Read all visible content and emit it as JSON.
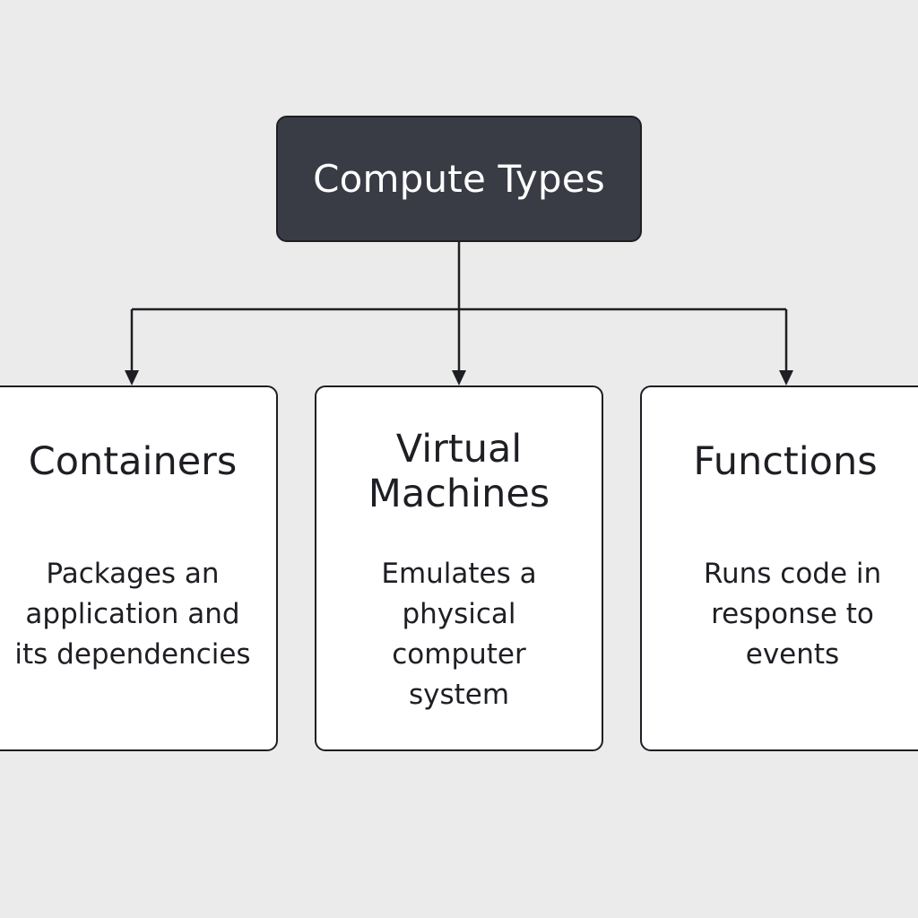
{
  "diagram": {
    "root": {
      "title": "Compute Types"
    },
    "children": [
      {
        "title_lines": [
          "Containers"
        ],
        "desc_lines": [
          "Packages an",
          "application and",
          "its dependencies"
        ]
      },
      {
        "title_lines": [
          "Virtual",
          "Machines"
        ],
        "desc_lines": [
          "Emulates a",
          "physical",
          "computer",
          "system"
        ]
      },
      {
        "title_lines": [
          "Functions"
        ],
        "desc_lines": [
          "Runs code in",
          "response to",
          "events"
        ]
      }
    ]
  },
  "colors": {
    "background": "#ebebeb",
    "root_fill": "#393b45",
    "root_text": "#ffffff",
    "node_fill": "#ffffff",
    "stroke": "#1e1f24"
  }
}
